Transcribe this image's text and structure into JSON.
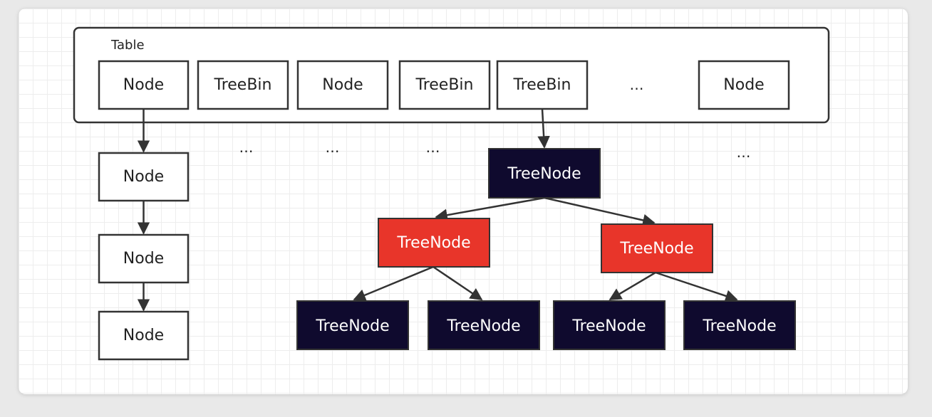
{
  "table": {
    "label": "Table",
    "slots": [
      "Node",
      "TreeBin",
      "Node",
      "TreeBin",
      "TreeBin",
      "…",
      "Node"
    ]
  },
  "list": {
    "nodes": [
      "Node",
      "Node",
      "Node"
    ]
  },
  "ellipsis": "…",
  "tree": {
    "root": "TreeNode",
    "left": "TreeNode",
    "right": "TreeNode",
    "left_left": "TreeNode",
    "left_right": "TreeNode",
    "right_left": "TreeNode",
    "right_right": "TreeNode"
  },
  "colors": {
    "black_node": "#0f0a2e",
    "red_node": "#e8352a",
    "stroke": "#333333",
    "white_node": "#ffffff"
  }
}
